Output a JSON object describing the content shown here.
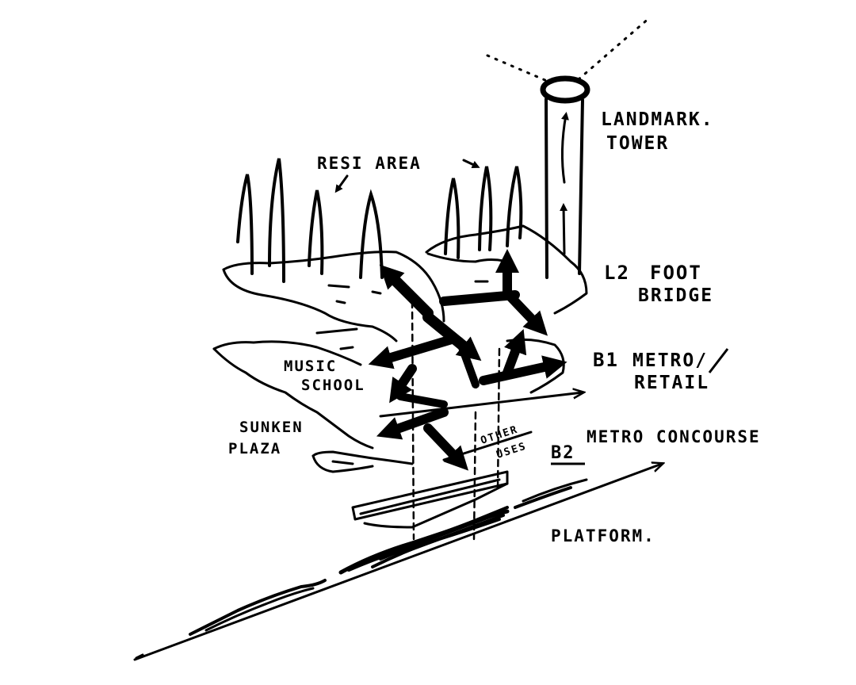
{
  "labels": {
    "landmark": "LANDMARK.",
    "tower": "TOWER",
    "resi_area": "RESI AREA",
    "l2": "L2",
    "foot": "FOOT",
    "bridge": "BRIDGE",
    "b1": "B1",
    "metro_retail": "METRO/",
    "retail": "RETAIL",
    "music": "MUSIC",
    "school": "SCHOOL",
    "sunken": "SUNKEN",
    "plaza": "PLAZA",
    "b2": "B2",
    "metro_concourse": "METRO CONCOURSE",
    "other": "OTHER",
    "uses": "USES",
    "platform": "PLATFORM."
  },
  "colors": {
    "ink": "#000000",
    "paper": "#ffffff"
  }
}
